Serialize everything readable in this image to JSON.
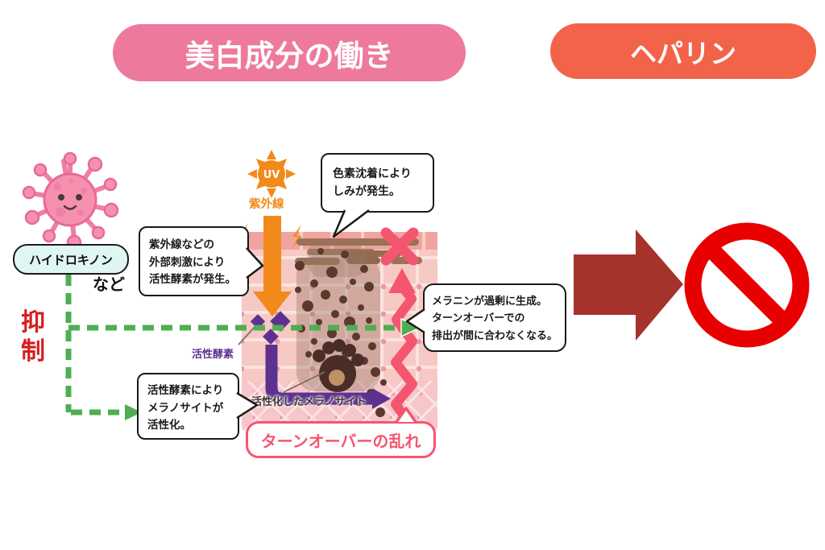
{
  "banners": {
    "left": {
      "label": "美白成分の働き",
      "bg": "#ED7A9D"
    },
    "right": {
      "label": "ヘパリン",
      "bg": "#F2634A"
    }
  },
  "left_group": {
    "ingredient_pill": "ハイドロキノン",
    "etc_label": "など",
    "suppress_label": "抑制"
  },
  "uv": {
    "sun_label": "UV",
    "ray_label": "紫外線"
  },
  "bubbles": {
    "pigment": {
      "lines": [
        "色素沈着により",
        "しみが発生。"
      ]
    },
    "stimulus": {
      "lines": [
        "紫外線などの",
        "外部刺激により",
        "活性酵素が発生。"
      ]
    },
    "melanin": {
      "lines": [
        "メラニンが過剰に生成。",
        "ターンオーバーでの",
        "排出が間に合わなくなる。"
      ]
    },
    "activation": {
      "lines": [
        "活性酵素により",
        "メラノサイトが",
        "活性化。"
      ]
    }
  },
  "skin_labels": {
    "active_enzyme": "活性酵素",
    "activated_melanocyte": "活性化したメラノサイト",
    "turnover_box": "ターンオーバーの乱れ"
  },
  "colors": {
    "banner_pink": "#ED7A9D",
    "banner_orange": "#F2634A",
    "suppress_red": "#D31E1E",
    "green_dashed": "#4FAE52",
    "uv_orange": "#F28A1B",
    "purple": "#5C3190",
    "pink_accent": "#F4566F",
    "dark_red_arrow": "#A5332B",
    "prohibition_red": "#E80000",
    "pill_mint": "#DFF6F2"
  }
}
